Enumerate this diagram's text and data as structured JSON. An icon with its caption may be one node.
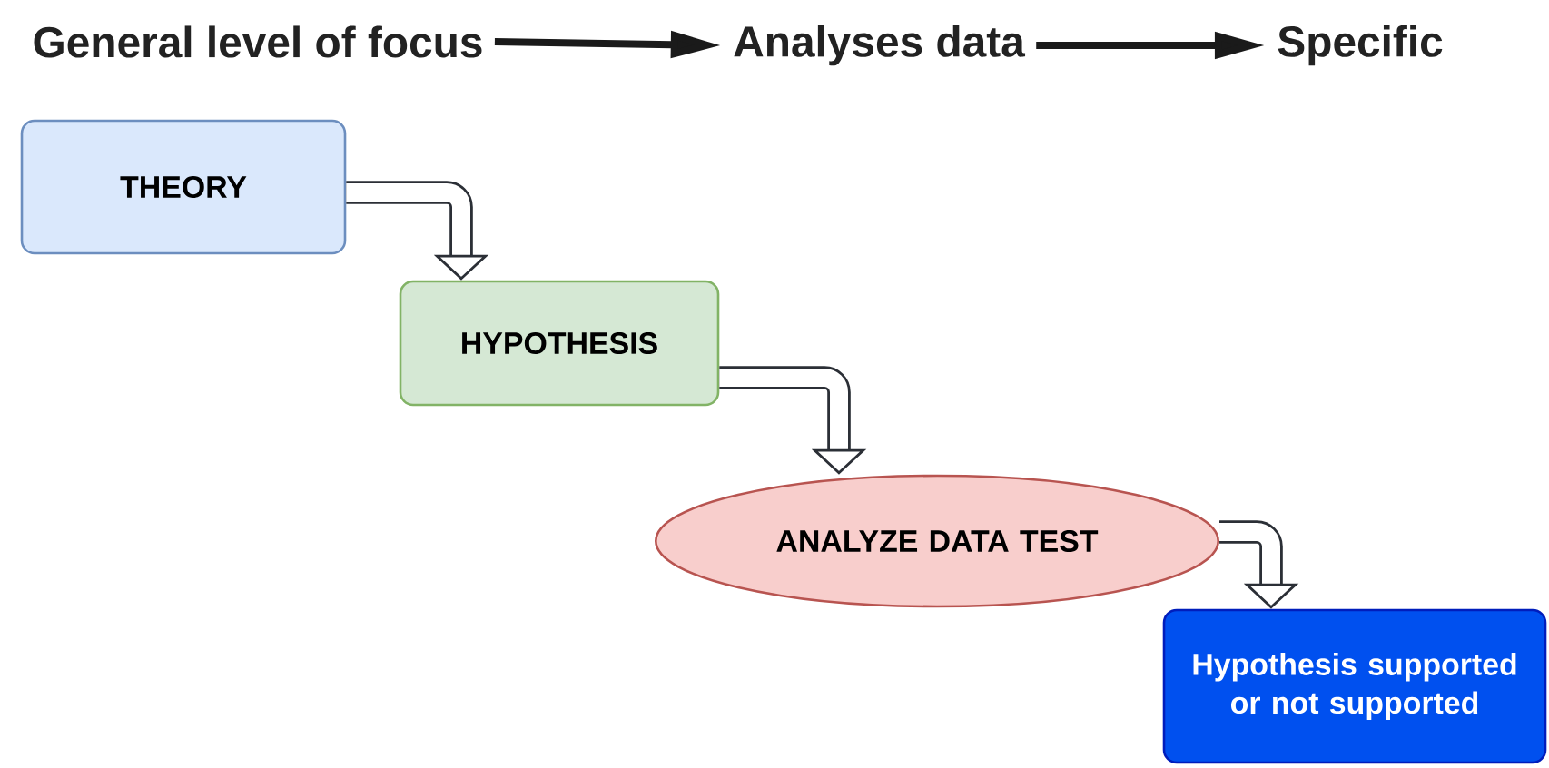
{
  "diagram": {
    "nodes": [
      {
        "text": [
          "General level of focus"
        ]
      },
      {
        "text": [
          "Analyses data"
        ]
      },
      {
        "text": [
          "Specific"
        ]
      },
      {
        "text": [
          "THEORY"
        ]
      },
      {
        "text": [
          "HYPOTHESIS"
        ]
      },
      {
        "text": [
          "ANALYZE DATA TEST"
        ]
      },
      {
        "text": [
          "Hypothesis supported or not supported"
        ]
      }
    ],
    "edges": [
      {
        "from": 0,
        "to": 1,
        "arrow": "to"
      },
      {
        "from": 1,
        "to": 2,
        "arrow": "to"
      },
      {
        "from": 3,
        "to": 4,
        "arrow": "to"
      },
      {
        "from": 4,
        "to": 5,
        "arrow": "to"
      },
      {
        "from": 5,
        "to": 6,
        "arrow": "to"
      }
    ]
  }
}
